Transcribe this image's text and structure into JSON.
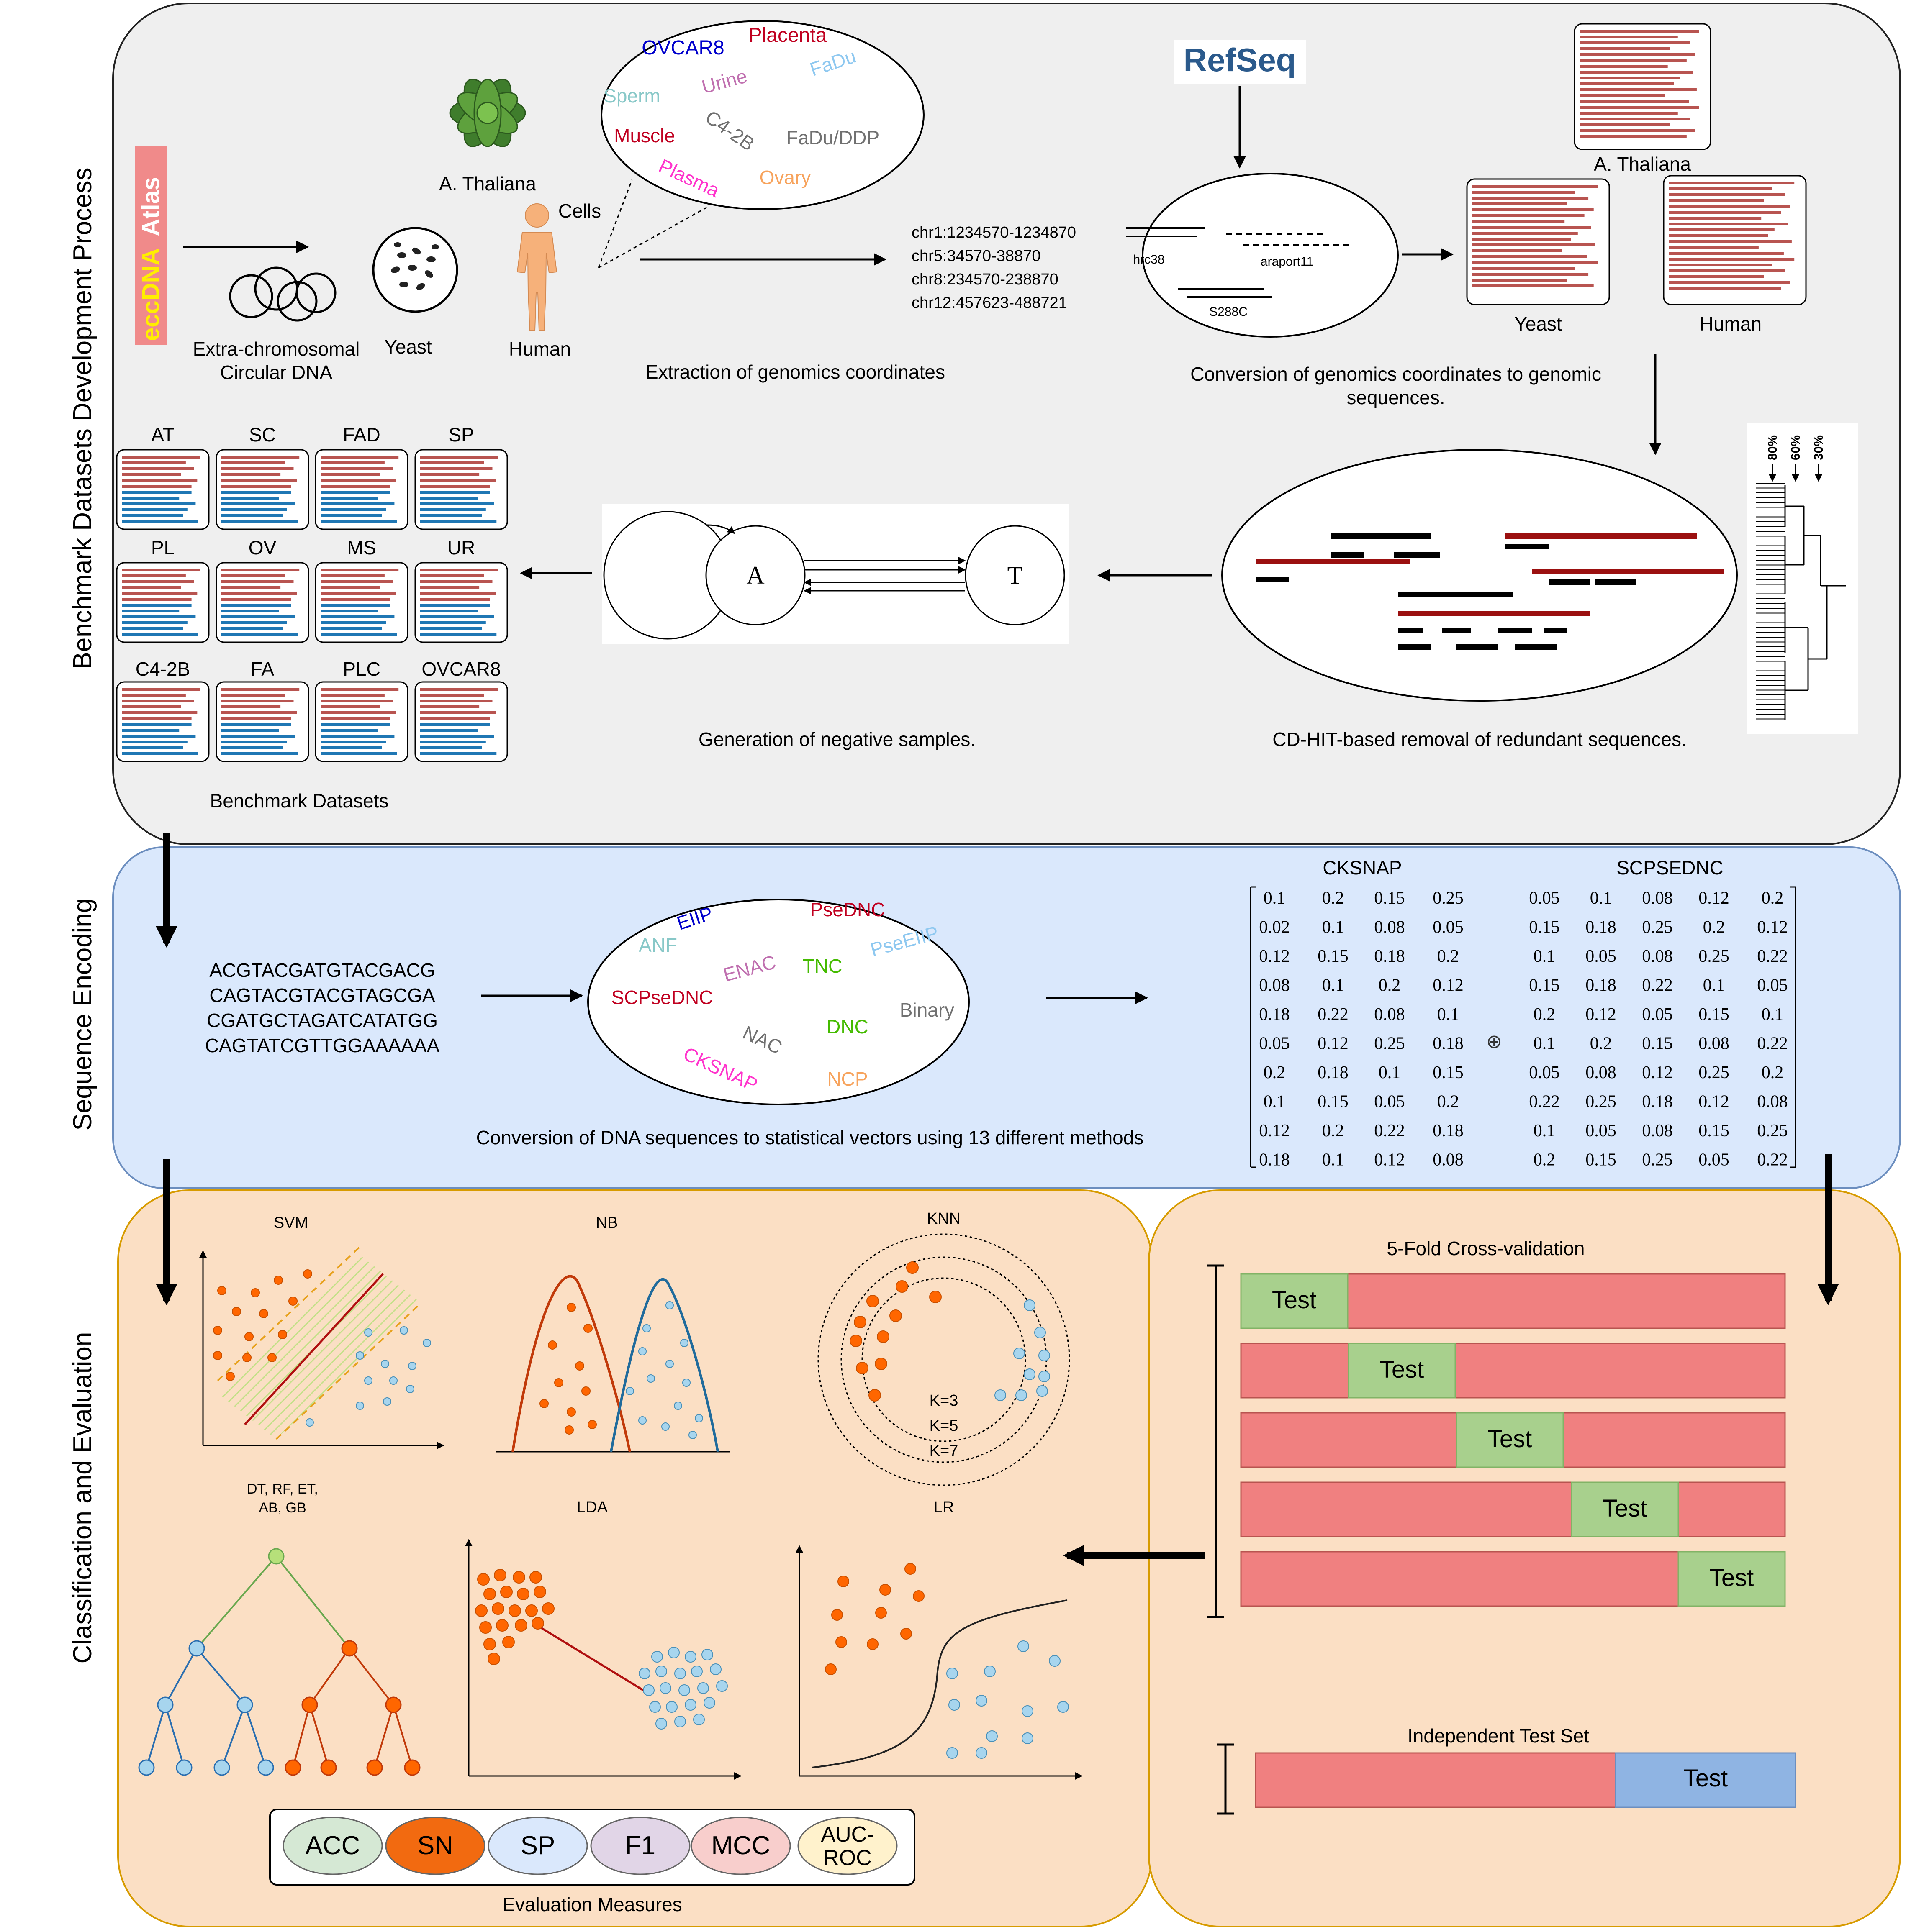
{
  "colors": {
    "panel1_bg": "#efefef",
    "panel2_bg": "#dae8fc",
    "panel3_bg": "#fbdfc4",
    "panel3_border": "#d79b00",
    "seq_red": "#b85450",
    "seq_blue": "#1f77b4",
    "dot_orange": "#ff6600",
    "dot_blue": "#a7d5ee",
    "train_red": "#f08080",
    "test_green": "#a8d08d",
    "test_blue": "#8fb4e3"
  },
  "section_titles": {
    "development": "Benchmark Datasets Development Process",
    "encoding": "Sequence Encoding",
    "classification": "Classification and Evaluation"
  },
  "atlas_logo": {
    "part1": "eccDNA",
    "part2": "Atlas"
  },
  "sources": {
    "eccdna": "Extra-chromosomal\nCircular DNA",
    "arabidopsis": "A. Thaliana",
    "yeast": "Yeast",
    "human": "Human",
    "cells": "Cells"
  },
  "cell_types": [
    {
      "label": "OVCAR8",
      "color": "#0000cc"
    },
    {
      "label": "Placenta",
      "color": "#c00020"
    },
    {
      "label": "FaDu",
      "color": "#8ec8f0"
    },
    {
      "label": "Sperm",
      "color": "#88c8c8"
    },
    {
      "label": "Urine",
      "color": "#c070b0"
    },
    {
      "label": "C4-2B",
      "color": "#707070"
    },
    {
      "label": "FaDu/DDP",
      "color": "#707070"
    },
    {
      "label": "Muscle",
      "color": "#c00020"
    },
    {
      "label": "Plasma",
      "color": "#ff33cc"
    },
    {
      "label": "Ovary",
      "color": "#f7a35c"
    }
  ],
  "coordinates": [
    "chr1:1234570-1234870",
    "chr5:34570-38870",
    "chr8:234570-238870",
    "chr12:457623-488721"
  ],
  "refseq": "RefSeq",
  "genome_builds": {
    "human": "hrc38",
    "plant": "araport11",
    "yeast": "S288C"
  },
  "step_captions": {
    "extraction": "Extraction of genomics coordinates",
    "conversion": "Conversion of genomics coordinates to genomic\nsequences.",
    "negatives": "Generation of negative samples.",
    "cdhit": "CD-HIT-based removal of redundant sequences.",
    "benchmark": "Benchmark Datasets"
  },
  "genome_cards": {
    "arabidopsis": "A. Thaliana",
    "yeast": "Yeast",
    "human": "Human"
  },
  "cdhit_thresholds": [
    "80%",
    "60%",
    "30%"
  ],
  "markov": {
    "state_a": "A",
    "state_t": "T"
  },
  "datasets": [
    "AT",
    "SC",
    "FAD",
    "SP",
    "PL",
    "OV",
    "MS",
    "UR",
    "C4-2B",
    "FA",
    "PLC",
    "OVCAR8"
  ],
  "encoding": {
    "sequences": [
      "ACGTACGATGTACGACG",
      "CAGTACGTACGTAGCGA",
      "CGATGCTAGATCATATGG",
      "CAGTATCGTTGGAAAAAA"
    ],
    "methods": [
      {
        "label": "EIIP",
        "color": "#0000cc"
      },
      {
        "label": "PseDNC",
        "color": "#c00020"
      },
      {
        "label": "ANF",
        "color": "#88c8c8"
      },
      {
        "label": "PseEIIP",
        "color": "#8ec8f0"
      },
      {
        "label": "ENAC",
        "color": "#c070b0"
      },
      {
        "label": "TNC",
        "color": "#44bb00"
      },
      {
        "label": "SCPseDNC",
        "color": "#c00020"
      },
      {
        "label": "Binary",
        "color": "#707070"
      },
      {
        "label": "NAC",
        "color": "#707070"
      },
      {
        "label": "DNC",
        "color": "#44bb00"
      },
      {
        "label": "CKSNAP",
        "color": "#ff33cc"
      },
      {
        "label": "NCP",
        "color": "#f7a35c"
      }
    ],
    "caption": "Conversion of DNA sequences to statistical vectors using 13 different methods",
    "matrix1_title": "CKSNAP",
    "matrix2_title": "SCPSEDNC",
    "concat_symbol": "⊕",
    "matrix1": [
      [
        "0.1",
        "0.2",
        "0.15",
        "0.25"
      ],
      [
        "0.02",
        "0.1",
        "0.08",
        "0.05"
      ],
      [
        "0.12",
        "0.15",
        "0.18",
        "0.2"
      ],
      [
        "0.08",
        "0.1",
        "0.2",
        "0.12"
      ],
      [
        "0.18",
        "0.22",
        "0.08",
        "0.1"
      ],
      [
        "0.05",
        "0.12",
        "0.25",
        "0.18"
      ],
      [
        "0.2",
        "0.18",
        "0.1",
        "0.15"
      ],
      [
        "0.1",
        "0.15",
        "0.05",
        "0.2"
      ],
      [
        "0.12",
        "0.2",
        "0.22",
        "0.18"
      ],
      [
        "0.18",
        "0.1",
        "0.12",
        "0.08"
      ]
    ],
    "matrix2": [
      [
        "0.05",
        "0.1",
        "0.08",
        "0.12",
        "0.2"
      ],
      [
        "0.15",
        "0.18",
        "0.25",
        "0.2",
        "0.12"
      ],
      [
        "0.1",
        "0.05",
        "0.08",
        "0.25",
        "0.22"
      ],
      [
        "0.15",
        "0.18",
        "0.22",
        "0.1",
        "0.05"
      ],
      [
        "0.2",
        "0.12",
        "0.05",
        "0.15",
        "0.1"
      ],
      [
        "0.1",
        "0.2",
        "0.15",
        "0.08",
        "0.22"
      ],
      [
        "0.05",
        "0.08",
        "0.12",
        "0.25",
        "0.2"
      ],
      [
        "0.22",
        "0.25",
        "0.18",
        "0.12",
        "0.08"
      ],
      [
        "0.1",
        "0.05",
        "0.08",
        "0.15",
        "0.25"
      ],
      [
        "0.2",
        "0.15",
        "0.25",
        "0.05",
        "0.22"
      ]
    ]
  },
  "classifiers": {
    "svm": "SVM",
    "nb": "NB",
    "knn": "KNN",
    "knn_k": [
      "K=3",
      "K=5",
      "K=7"
    ],
    "trees_line1": "DT, RF, ET,",
    "trees_line2": "AB, GB",
    "lda": "LDA",
    "lr": "LR"
  },
  "metrics": [
    {
      "label": "ACC",
      "color": "#d5e8d4"
    },
    {
      "label": "SN",
      "color": "#f26a10"
    },
    {
      "label": "SP",
      "color": "#dae8fc"
    },
    {
      "label": "F1",
      "color": "#e1d5e7"
    },
    {
      "label": "MCC",
      "color": "#f8cecc"
    },
    {
      "label": "AUC-\nROC",
      "color": "#fff2cc"
    }
  ],
  "metrics_caption": "Evaluation Measures",
  "validation": {
    "cv_title": "5-Fold Cross-validation",
    "test_label": "Test",
    "folds": 5,
    "independent_title": "Independent Test Set"
  }
}
